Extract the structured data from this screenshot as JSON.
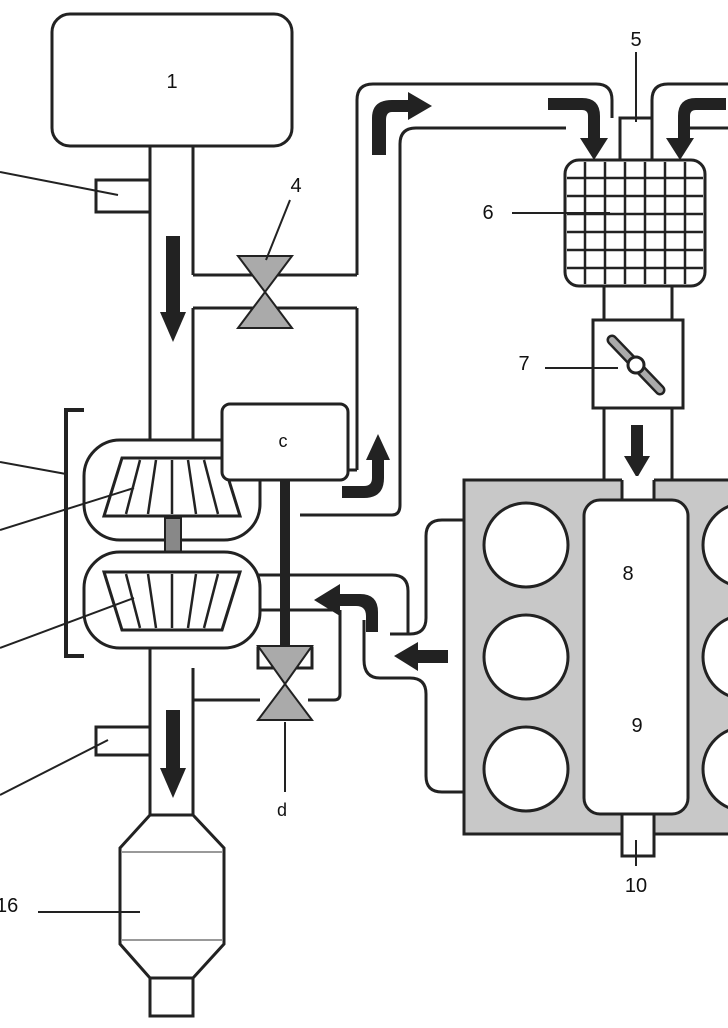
{
  "diagram": {
    "labels": {
      "l1": "1",
      "l4": "4",
      "l5": "5",
      "l6": "6",
      "l7": "7",
      "l8": "8",
      "l9": "9",
      "l10": "10",
      "lc": "c",
      "ld": "d",
      "l16": "16"
    }
  }
}
